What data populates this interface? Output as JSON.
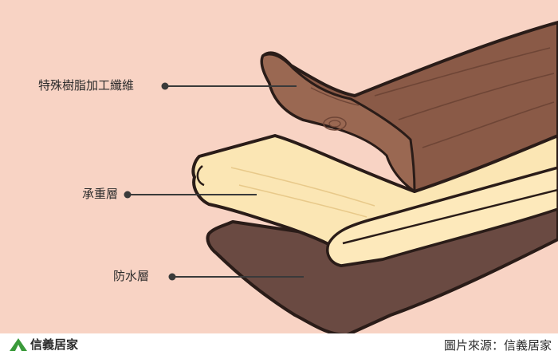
{
  "labels": {
    "top_layer": "特殊樹脂加工纖維",
    "middle_layer": "承重層",
    "bottom_layer": "防水層"
  },
  "footer": {
    "brand": "信義居家",
    "source": "圖片來源：信義居家"
  },
  "colors": {
    "background": "#f8d3c4",
    "wood_veneer": "#8a5a47",
    "core_board": "#fbe6b4",
    "waterproof_layer": "#6a4a42",
    "outline": "#2a1c18",
    "logo_green": "#3a9a3a"
  }
}
